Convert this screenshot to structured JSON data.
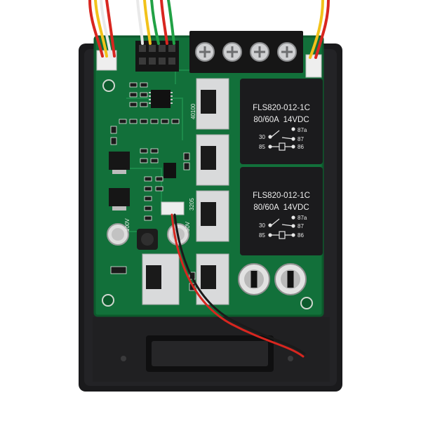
{
  "colors": {
    "background": "#ffffff",
    "enclosure": "#1a1a1c",
    "pcb": "#12703a",
    "pcb_dark": "#0c5a2c",
    "relay": "#1b1b1d",
    "heatsink": "#d9dadb",
    "terminal_block": "#161616",
    "wire_red": "#d8261f",
    "wire_yellow": "#f2c21a",
    "wire_green": "#21a145",
    "wire_white": "#e9e9e9",
    "silkscreen": "#e6efe6"
  },
  "relays": [
    {
      "model": "FLS820-012-1C",
      "rating": "80/60A  14VDC",
      "pins": {
        "nc": "87a",
        "no": "87",
        "com": "30",
        "coil": "85",
        "coil2": "86"
      }
    },
    {
      "model": "FLS820-012-1C",
      "rating": "80/60A  14VDC",
      "pins": {
        "nc": "87a",
        "no": "87",
        "com": "30",
        "coil": "85",
        "coil2": "86"
      }
    }
  ],
  "pcb_labels": {
    "mosfet_label": "40100",
    "mosfet_label_2": "3205",
    "cap_label": "100V",
    "cap_label_2": "50V"
  },
  "terminal_block": {
    "screws": 4
  }
}
